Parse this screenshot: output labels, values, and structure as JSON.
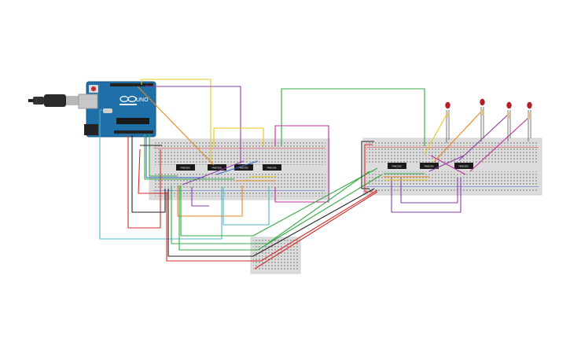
{
  "arduino": {
    "brand_text": "UNO",
    "logo_icon": "arduino-infinity-logo",
    "board_color": "#1f6fa8"
  },
  "components": {
    "chips_left": [
      "74HC595",
      "74HC595",
      "74HC595",
      "74HC595"
    ],
    "chips_right": [
      "74HC595",
      "74HC595",
      "74HC595"
    ],
    "led_color": "#b3202a",
    "led_count": 4
  },
  "wire_colors": {
    "red": "#d42a2a",
    "black": "#222222",
    "yellow": "#e6c81e",
    "purple": "#8c3ca8",
    "magenta": "#c0309a",
    "green": "#33a844",
    "orange": "#e6891e",
    "cyan": "#4fb4c8",
    "blue": "#3a62c8"
  },
  "breadboard_color": "#dcdcdc"
}
